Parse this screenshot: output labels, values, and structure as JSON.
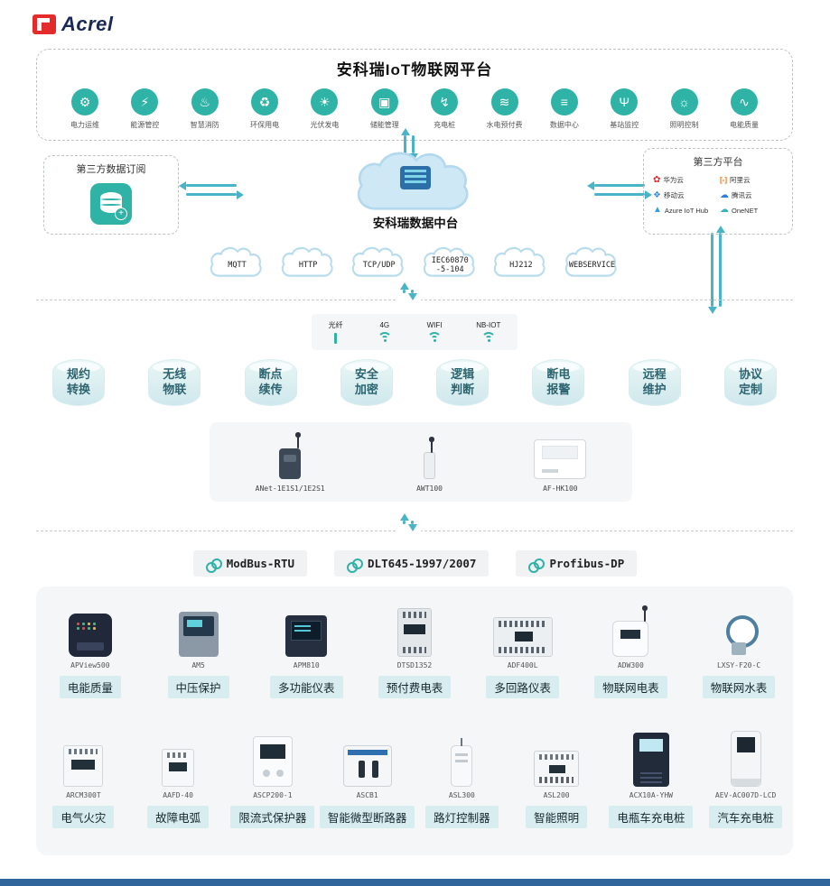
{
  "brand": {
    "name": "Acrel"
  },
  "platform": {
    "title": "安科瑞IoT物联网平台",
    "apps": [
      {
        "label": "电力运维",
        "glyph": "⚙"
      },
      {
        "label": "能源管控",
        "glyph": "⚡"
      },
      {
        "label": "智慧消防",
        "glyph": "♨"
      },
      {
        "label": "环保用电",
        "glyph": "♻"
      },
      {
        "label": "光伏发电",
        "glyph": "☀"
      },
      {
        "label": "储能管理",
        "glyph": "▣"
      },
      {
        "label": "充电桩",
        "glyph": "↯"
      },
      {
        "label": "水电预付费",
        "glyph": "≋"
      },
      {
        "label": "数据中心",
        "glyph": "≡"
      },
      {
        "label": "基站监控",
        "glyph": "Ψ"
      },
      {
        "label": "照明控制",
        "glyph": "☼"
      },
      {
        "label": "电能质量",
        "glyph": "∿"
      }
    ]
  },
  "integration": {
    "left_box_title": "第三方数据订阅",
    "center_label": "安科瑞数据中台",
    "right_box_title": "第三方平台",
    "third_party": [
      {
        "name": "华为云",
        "glyph": "✿",
        "color": "#e0262c"
      },
      {
        "name": "阿里云",
        "glyph": "[-]",
        "color": "#ff6a00"
      },
      {
        "name": "移动云",
        "glyph": "❖",
        "color": "#3f8cdc"
      },
      {
        "name": "腾讯云",
        "glyph": "☁",
        "color": "#2f7de1"
      },
      {
        "name": "Azure IoT Hub",
        "glyph": "▲",
        "color": "#35a1dc"
      },
      {
        "name": "OneNET",
        "glyph": "☁",
        "color": "#35b5c1"
      }
    ],
    "protocol_clouds": [
      "MQTT",
      "HTTP",
      "TCP/UDP",
      "IEC60870\n-5-104",
      "HJ212",
      "WEBSERVICE"
    ]
  },
  "network": {
    "connectivity": [
      {
        "label": "光纤",
        "icon": "fiber-icon"
      },
      {
        "label": "4G",
        "icon": "wifi-icon"
      },
      {
        "label": "WIFI",
        "icon": "wifi-icon"
      },
      {
        "label": "NB-IOT",
        "icon": "wifi-icon"
      }
    ]
  },
  "capabilities": [
    "规约转换",
    "无线物联",
    "断点续传",
    "安全加密",
    "逻辑判断",
    "断电报警",
    "远程维护",
    "协议定制"
  ],
  "gateways": [
    {
      "model": "ANet-1E1S1/1E2S1"
    },
    {
      "model": "AWT100"
    },
    {
      "model": "AF-HK100"
    }
  ],
  "field_protocols": [
    "ModBus-RTU",
    "DLT645-1997/2007",
    "Profibus-DP"
  ],
  "devices": {
    "row1": [
      {
        "model": "APView500",
        "tag": "电能质量"
      },
      {
        "model": "AM5",
        "tag": "中压保护"
      },
      {
        "model": "APM810",
        "tag": "多功能仪表"
      },
      {
        "model": "DTSD1352",
        "tag": "预付费电表"
      },
      {
        "model": "ADF400L",
        "tag": "多回路仪表"
      },
      {
        "model": "ADW300",
        "tag": "物联网电表"
      },
      {
        "model": "LXSY-F20-C",
        "tag": "物联网水表"
      }
    ],
    "row2": [
      {
        "model": "ARCM300T",
        "tag": "电气火灾"
      },
      {
        "model": "AAFD-40",
        "tag": "故障电弧"
      },
      {
        "model": "ASCP200-1",
        "tag": "限流式保护器"
      },
      {
        "model": "ASCB1",
        "tag": "智能微型断路器"
      },
      {
        "model": "ASL300",
        "tag": "路灯控制器"
      },
      {
        "model": "ASL200",
        "tag": "智能照明"
      },
      {
        "model": "ACX10A-YHW",
        "tag": "电瓶车充电桩"
      },
      {
        "model": "AEV-AC007D-LCD",
        "tag": "汽车充电桩"
      }
    ]
  },
  "colors": {
    "accent_teal": "#2fb3a6",
    "arrow_blue": "#49b4c8",
    "tag_background": "#d8edf0",
    "footer_bar": "#30659c"
  }
}
